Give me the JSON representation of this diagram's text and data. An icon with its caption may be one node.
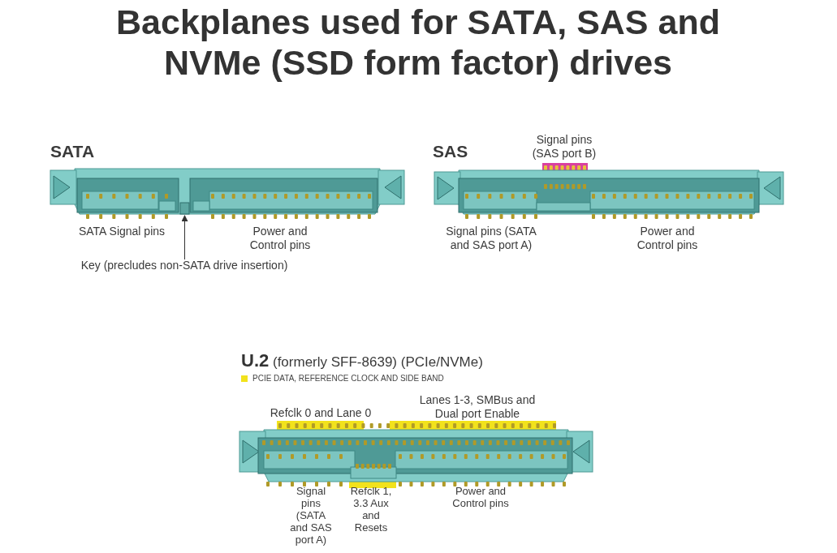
{
  "diagram": {
    "title": "Backplanes used for SATA, SAS and NVMe (SSD form factor) drives",
    "nodes": [
      {
        "text": [
          "Key (precludes non-SATA drive insertion)"
        ]
      },
      {
        "text": [],
        "shape": "box"
      }
    ],
    "edges": [
      {
        "from": 0,
        "to": 1,
        "arrow": "to"
      }
    ],
    "labels": [
      "Signal pins (SAS port B)",
      "SATA",
      "SAS",
      "SATA Signal pins",
      "Power and Control pins",
      "Signal pins (SATA and SAS port A)",
      "Power and Control pins",
      "**U.2** (formerly SFF-8639) (PCIe/NVMe)",
      "Lanes 1-3, SMBus and Dual port Enable",
      "Refclk 0 and Lane 0",
      "Signal pins (SATA and SAS port A)",
      "Refclk 1, 3.3 Aux and Resets",
      "Power and Control pins"
    ],
    "legend": [
      {
        "text": "PCIE DATA, REFERENCE CLOCK AND SIDE BAND",
        "color": "#f2e21c"
      }
    ]
  }
}
